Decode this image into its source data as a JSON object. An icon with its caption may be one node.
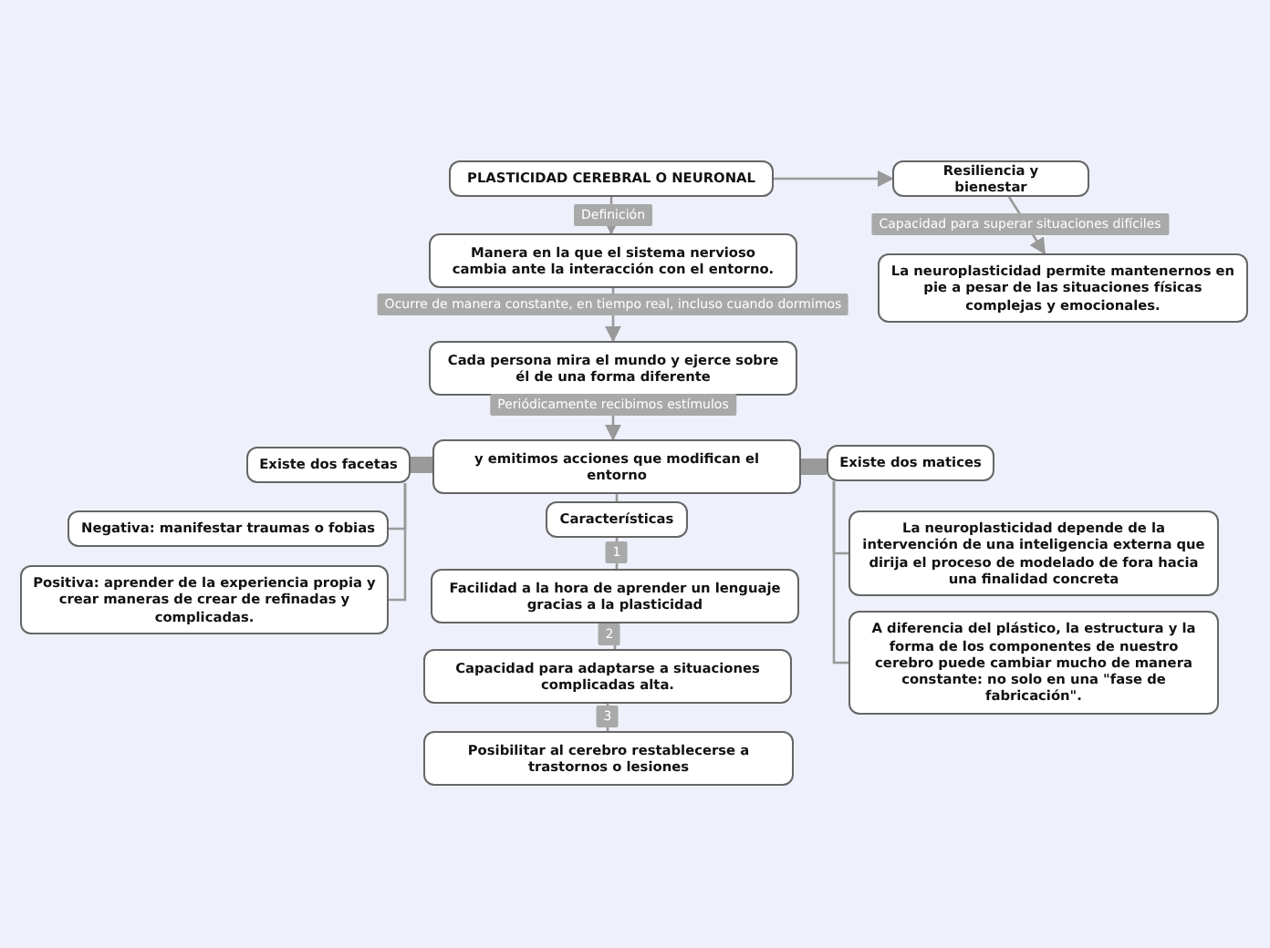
{
  "diagram": {
    "nodes": [
      {
        "text": [
          "PLASTICIDAD CEREBRAL O NEURONAL"
        ]
      },
      {
        "text": [
          "Resiliencia y bienestar"
        ]
      },
      {
        "text": [
          "La neuroplasticidad permite mantenernos en pie a pesar de las situaciones físicas complejas y emocionales."
        ]
      },
      {
        "text": [
          "Manera en la que el sistema nervioso cambia ante la interacción con el entorno."
        ]
      },
      {
        "text": [
          "Cada persona mira el mundo y ejerce sobre él de una forma diferente"
        ]
      },
      {
        "text": [
          "y emitimos acciones que modifican el entorno"
        ]
      },
      {
        "text": [
          "Existe dos facetas"
        ]
      },
      {
        "text": [
          "Negativa: manifestar traumas o fobias"
        ]
      },
      {
        "text": [
          "Positiva: aprender de la experiencia propia y crear maneras de crear de refinadas y complicadas."
        ]
      },
      {
        "text": [
          "Existe dos matices"
        ]
      },
      {
        "text": [
          "La neuroplasticidad depende de la intervención de una inteligencia externa que dirija el proceso de modelado de fora hacia una finalidad concreta"
        ]
      },
      {
        "text": [
          "A diferencia del plástico, la estructura y la forma de los componentes de nuestro cerebro puede cambiar mucho de manera constante: no solo en una \"fase de fabricación\"."
        ]
      },
      {
        "text": [
          "Características"
        ]
      },
      {
        "text": [
          "Facilidad a la hora de aprender un lenguaje gracias a la plasticidad"
        ]
      },
      {
        "text": [
          "Capacidad para adaptarse a situaciones complicadas alta."
        ]
      },
      {
        "text": [
          "Posibilitar al cerebro restablecerse a trastornos o lesiones"
        ]
      }
    ],
    "edges": [
      {
        "from": 0,
        "to": 1,
        "arrow": "to"
      },
      {
        "from": 1,
        "to": 2,
        "arrow": "to",
        "label": "Capacidad para superar situaciones difíciles"
      },
      {
        "from": 0,
        "to": 3,
        "arrow": "to",
        "label": "Definición"
      },
      {
        "from": 3,
        "to": 4,
        "arrow": "to",
        "label": "Ocurre de manera constante, en tiempo real, incluso cuando dormimos"
      },
      {
        "from": 4,
        "to": 5,
        "arrow": "to",
        "label": "Periódicamente recibimos estímulos"
      },
      {
        "from": 5,
        "to": 6,
        "arrow": "none",
        "style": "thick"
      },
      {
        "from": 6,
        "to": 7,
        "arrow": "none"
      },
      {
        "from": 6,
        "to": 8,
        "arrow": "none"
      },
      {
        "from": 5,
        "to": 9,
        "arrow": "none",
        "style": "thick"
      },
      {
        "from": 9,
        "to": 10,
        "arrow": "none"
      },
      {
        "from": 9,
        "to": 11,
        "arrow": "none"
      },
      {
        "from": 5,
        "to": 12,
        "arrow": "none"
      },
      {
        "from": 12,
        "to": 13,
        "arrow": "none",
        "label": "1"
      },
      {
        "from": 13,
        "to": 14,
        "arrow": "none",
        "label": "2"
      },
      {
        "from": 14,
        "to": 15,
        "arrow": "none",
        "label": "3"
      }
    ]
  }
}
